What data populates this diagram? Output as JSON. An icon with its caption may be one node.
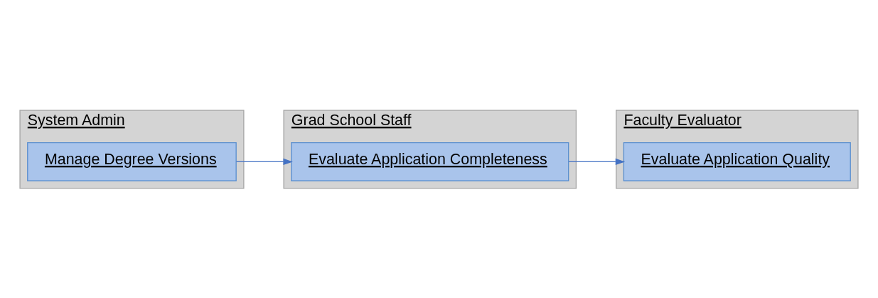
{
  "diagram": {
    "nodes": [
      {
        "text": [
          "System Admin"
        ]
      },
      {
        "text": [
          "Manage Degree Versions"
        ],
        "in": 0
      },
      {
        "text": [
          "Grad School Staff"
        ]
      },
      {
        "text": [
          "Evaluate Application Completeness"
        ],
        "in": 2
      },
      {
        "text": [
          "Faculty Evaluator"
        ]
      },
      {
        "text": [
          "Evaluate Application Quality"
        ],
        "in": 4
      }
    ],
    "edges": [
      {
        "from": 1,
        "to": 3,
        "arrow": "to"
      },
      {
        "from": 3,
        "to": 5,
        "arrow": "to"
      }
    ]
  }
}
